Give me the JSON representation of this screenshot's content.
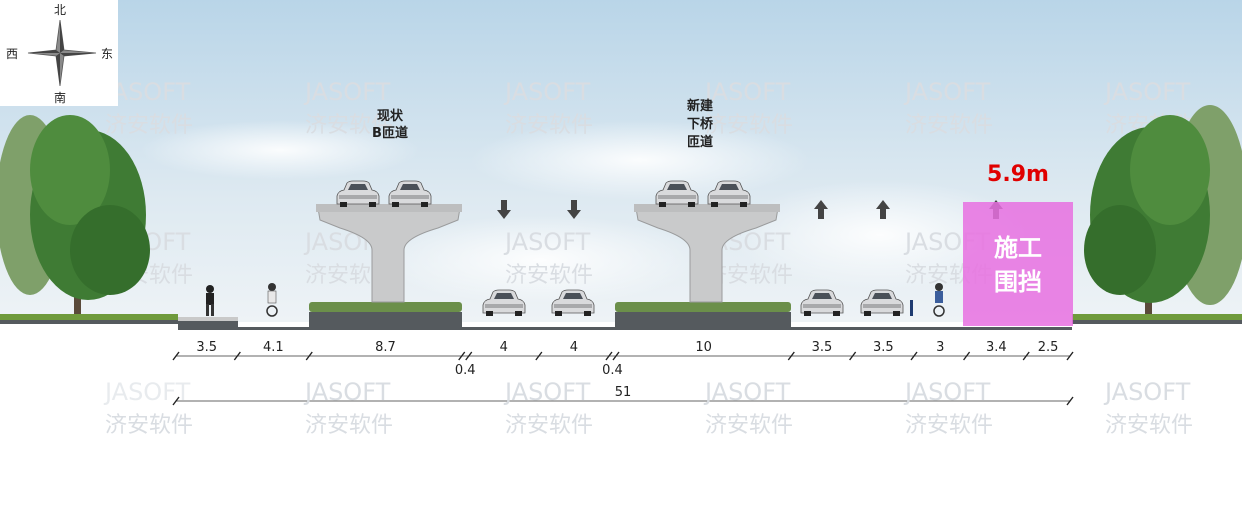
{
  "compass": {
    "north": "北",
    "south": "南",
    "east": "东",
    "west": "西"
  },
  "watermark": {
    "line1": "JASOFT",
    "line2": "济安软件"
  },
  "labels": {
    "existing_ramp": [
      "现状",
      "B匝道"
    ],
    "new_ramp": [
      "新建",
      "下桥",
      "匝道"
    ],
    "height": "5.9m",
    "hoarding": [
      "施工",
      "围挡"
    ]
  },
  "colors": {
    "hoarding": "#e870e0",
    "height_text": "#e00000"
  },
  "dimensions": {
    "segments": [
      {
        "width": 3.5,
        "label": "3.5"
      },
      {
        "width": 4.1,
        "label": "4.1"
      },
      {
        "width": 8.7,
        "label": "8.7"
      },
      {
        "width": 0.4,
        "label": "0.4"
      },
      {
        "width": 4,
        "label": "4"
      },
      {
        "width": 4,
        "label": "4"
      },
      {
        "width": 0.4,
        "label": "0.4"
      },
      {
        "width": 10,
        "label": "10"
      },
      {
        "width": 3.5,
        "label": "3.5"
      },
      {
        "width": 3.5,
        "label": "3.5"
      },
      {
        "width": 3,
        "label": "3"
      },
      {
        "width": 3.4,
        "label": "3.4"
      },
      {
        "width": 2.5,
        "label": "2.5"
      }
    ],
    "total": 51,
    "total_label": "51"
  }
}
